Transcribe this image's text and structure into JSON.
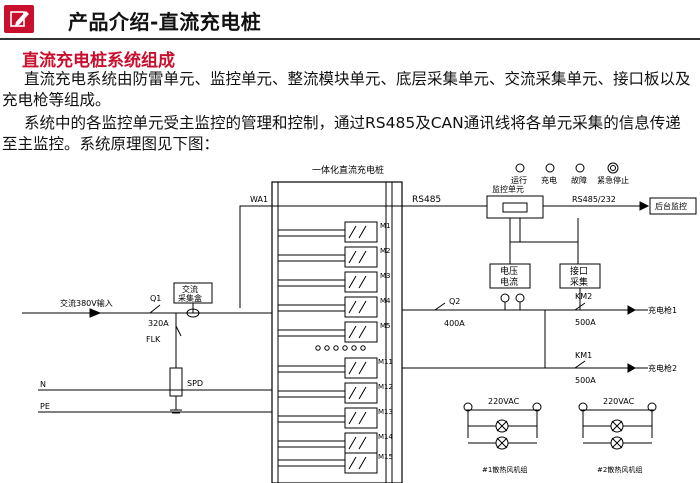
{
  "header": {
    "title": "产品介绍-直流充电桩",
    "icon": "edit-icon"
  },
  "section_title": "直流充电桩系统组成",
  "paragraphs": [
    "直流充电系统由防雷单元、监控单元、整流模块单元、底层采集单元、交流采集单元、接口板以及充电枪等组成。",
    "系统中的各监控单元受主监控的管理和控制，通过RS485及CAN通讯线将各单元采集的信息传递至主监控。系统原理图见下图："
  ],
  "diagram": {
    "cabinet_title": "一体化直流充电桩",
    "indicators": [
      "运行",
      "充电",
      "故障",
      "紧急停止"
    ],
    "wa1": "WA1",
    "rs485": "RS485",
    "rs485_232": "RS485/232",
    "monitor_unit": "监控单元",
    "backend": "后台监控",
    "ac_input": "交流380V输入",
    "q1": "Q1",
    "q1_rating": "320A",
    "ac_sampling": [
      "交流",
      "采集盒"
    ],
    "flk": "FLK",
    "spd": "SPD",
    "n_label": "N",
    "pe_label": "PE",
    "modules_top": [
      "M1",
      "M2",
      "M3",
      "M4",
      "M5"
    ],
    "modules_bottom": [
      "M11",
      "M12",
      "M13",
      "M14",
      "M15"
    ],
    "voltage_current": [
      "电压",
      "电流"
    ],
    "interface_sampling": [
      "接口",
      "采集"
    ],
    "q2": "Q2",
    "q2_rating": "400A",
    "km1": "KM1",
    "km2": "KM2",
    "km_rating": "500A",
    "gun1": "充电枪1",
    "gun2": "充电枪2",
    "vac_label": "220VAC",
    "fan_labels": [
      "#1散热风机组",
      "#2散热风机组"
    ]
  }
}
